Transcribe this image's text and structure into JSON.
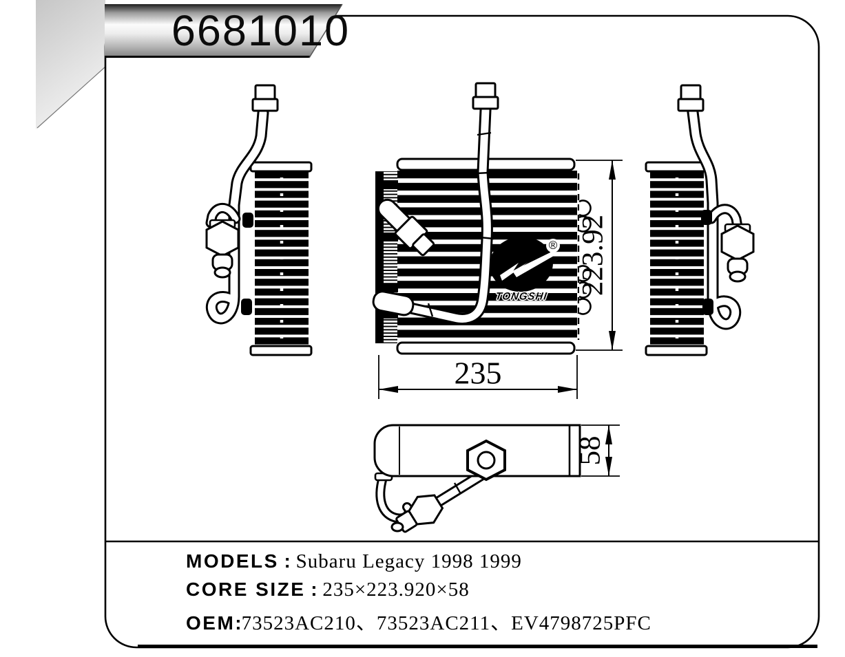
{
  "header": {
    "part_number": "6681010"
  },
  "drawing": {
    "dim_height": "223.92",
    "dim_width": "235",
    "dim_depth": "58",
    "brand": "TONGSHI",
    "registered": "®"
  },
  "specs": {
    "rows": [
      {
        "label": "MODELS",
        "separator": " : ",
        "value": "Subaru Legacy 1998 1999"
      },
      {
        "label": "CORE SIZE",
        "separator": " : ",
        "value": "235×223.920×58"
      },
      {
        "label": "OEM",
        "separator": ":",
        "value": "73523AC210、73523AC211、EV4798725PFC"
      }
    ]
  },
  "colors": {
    "ink": "#000000",
    "paper": "#ffffff",
    "banner_dark": "#1e1e1e",
    "banner_light": "#fbfbfb",
    "corner_gray": "#c6c6c6"
  }
}
